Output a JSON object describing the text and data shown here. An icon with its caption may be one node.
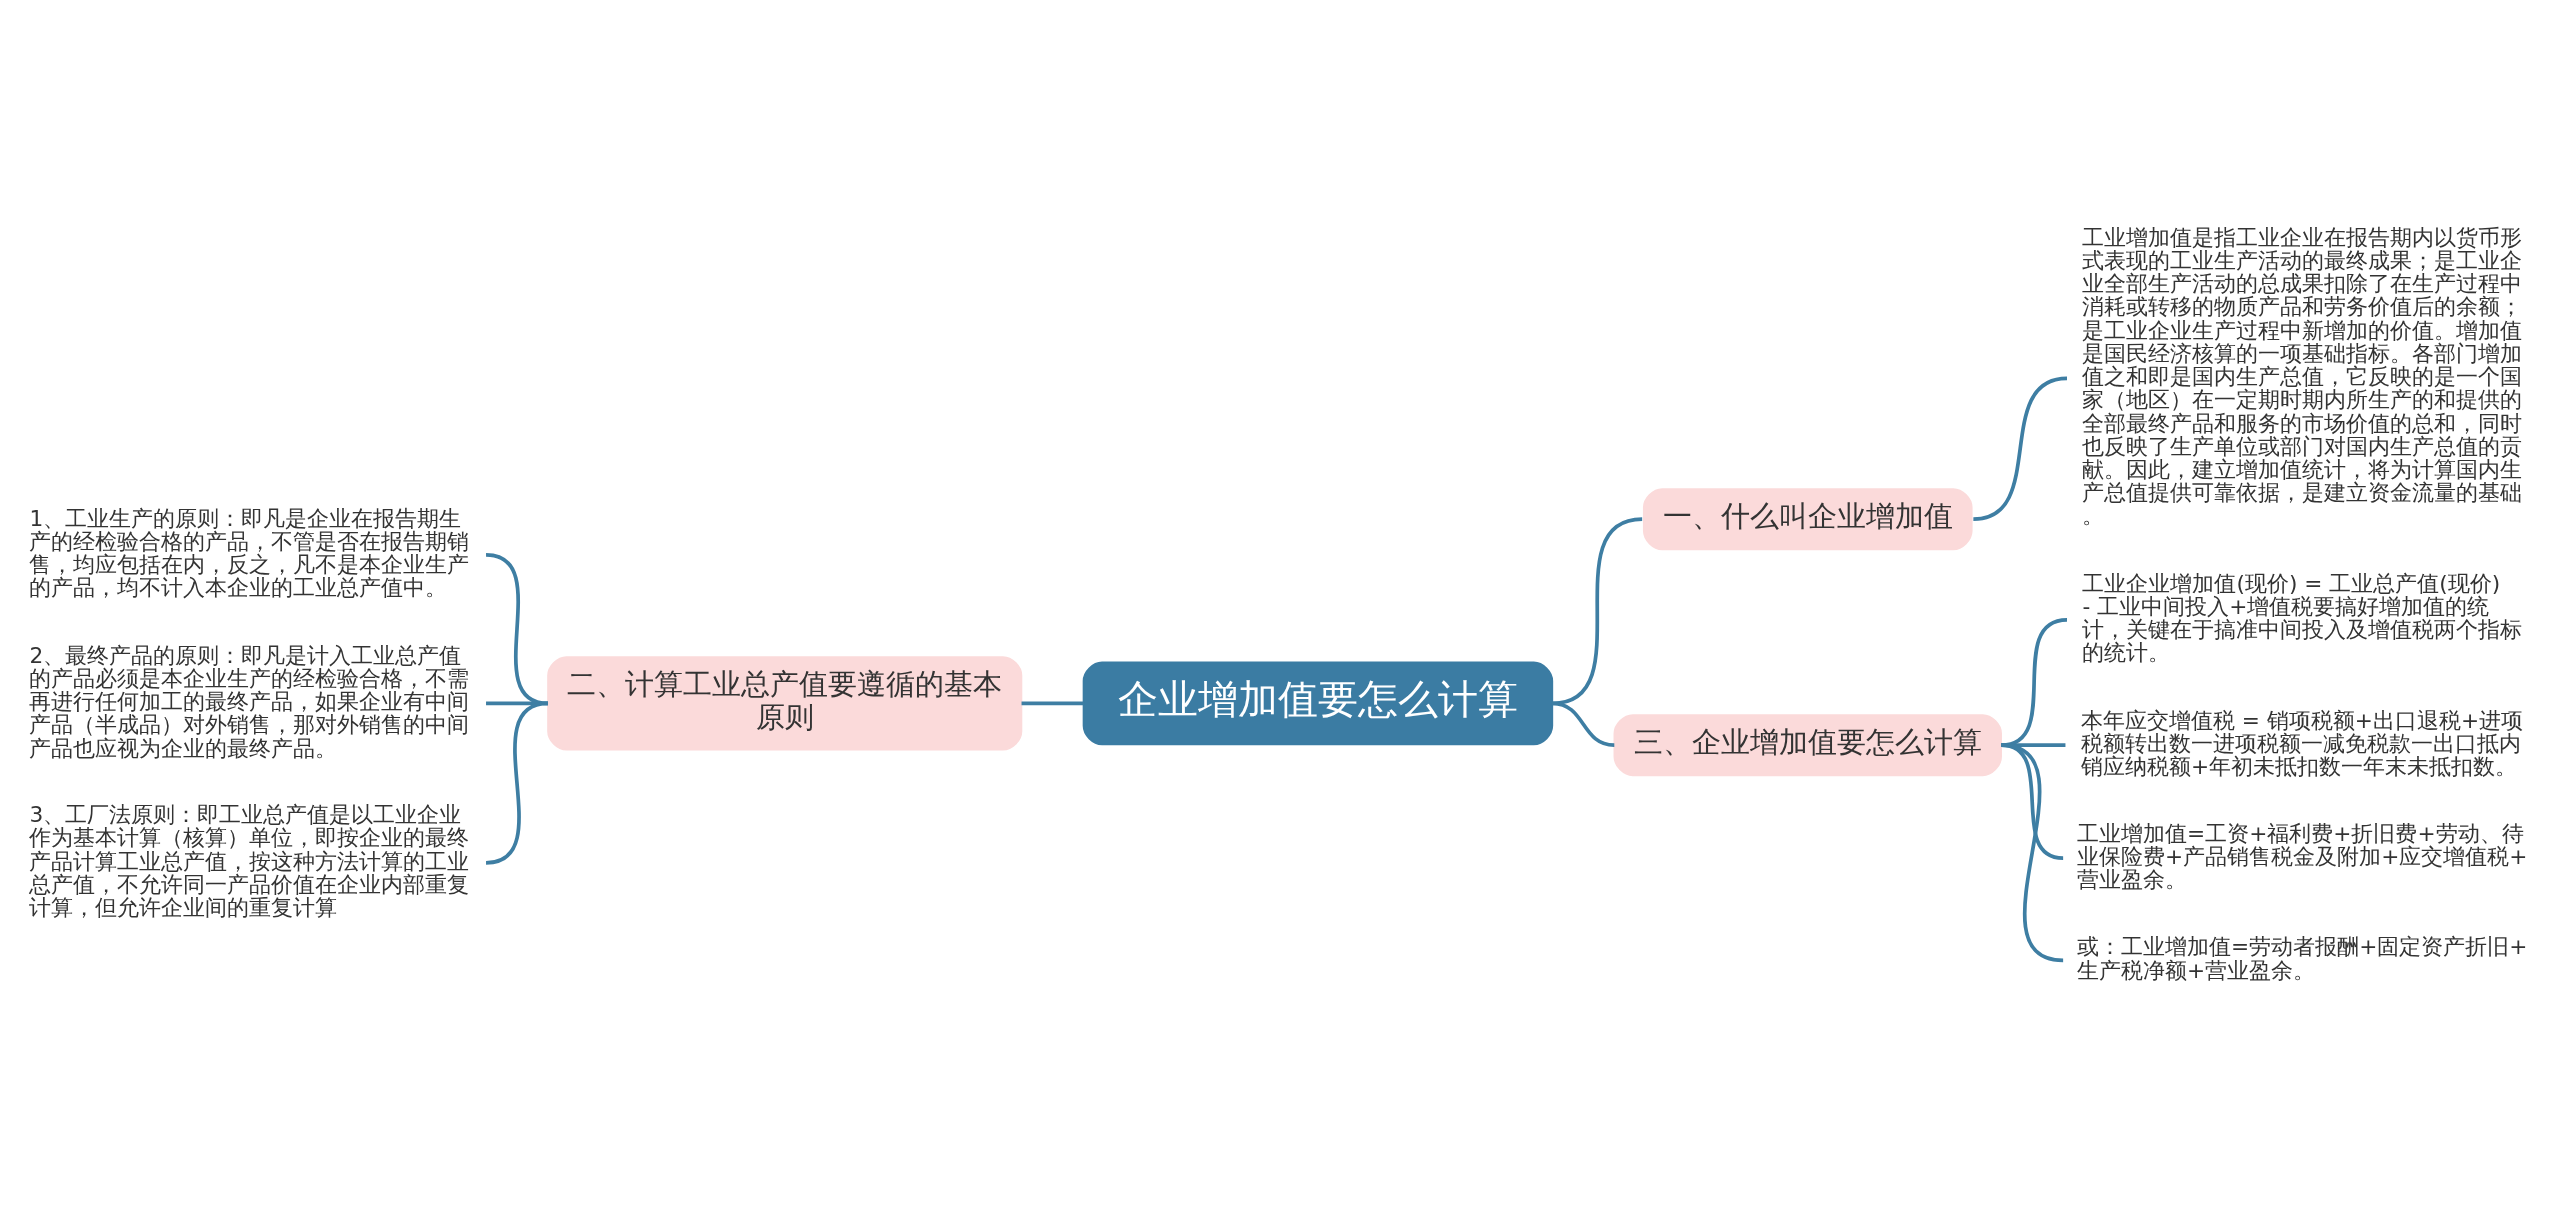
{
  "diagram": {
    "nodes": [
      {
        "text": [
          "企业增加值要怎么计算"
        ]
      },
      {
        "text": [
          "一、什么叫企业增加值"
        ]
      },
      {
        "text": [
          "工业增加值是指工业企业在报告期内以货币形式表现的工业生产活动的最终成果；是工业企业全部生产活动的总成果扣除了在生产过程中消耗或转移的物质产品和劳务价值后的余额；是工业企业生产过程中新增加的价值。增加值是国民经济核算的一项基础指标。各部门增加值之和即是国内生产总值，它反映的是一个国家（地区）在一定期时期内所生产的和提供的全部最终产品和服务的市场价值的总和，同时也反映了生产单位或部门对国内生产总值的贡献。因此，建立增加值统计，将为计算国内生产总值提供可靠依据，是建立资金流量的基础。"
        ]
      },
      {
        "text": [
          "二、计算工业总产值要遵循的基本原则"
        ]
      },
      {
        "text": [
          "1、工业生产的原则：即凡是企业在报告期生产的经检验合格的产品，不管是否在报告期销售，均应包括在内，反之，凡不是本企业生产的产品，均不计入本企业的工业总产值中。"
        ]
      },
      {
        "text": [
          "2、最终产品的原则：即凡是计入工业总产值的产品必须是本企业生产的经检验合格，不需再进行任何加工的最终产品，如果企业有中间产品（半成品）对外销售，那对外销售的中间产品也应视为企业的最终产品。"
        ]
      },
      {
        "text": [
          "3、工厂法原则：即工业总产值是以工业企业作为基本计算（核算）单位，即按企业的最终产品计算工业总产值，按这种方法计算的工业总产值，不允许同一产品价值在企业内部重复计算，但允许企业间的重复计算"
        ]
      },
      {
        "text": [
          "三、企业增加值要怎么计算"
        ]
      },
      {
        "text": [
          "工业企业增加值(现价) = 工业总产值(现价) - 工业中间投入+增值税要搞好增加值的统计，关键在于搞准中间投入及增值税两个指标的统计。"
        ]
      },
      {
        "text": [
          "本年应交增值税 = 销项税额+出口退税+进项税额转出数一进项税额一减免税款一出口抵内销应纳税额+年初未抵扣数一年末未抵扣数。"
        ]
      },
      {
        "text": [
          "工业增加值=工资+福利费+折旧费+劳动、待业保险费+产品销售税金及附加+应交增值税+营业盈余。"
        ]
      },
      {
        "text": [
          "或：工业增加值=劳动者报酬+固定资产折旧+生产税净额+营业盈余。"
        ]
      }
    ],
    "edges": [
      {
        "from": 0,
        "to": 1,
        "arrow": "none"
      },
      {
        "from": 1,
        "to": 2,
        "arrow": "none"
      },
      {
        "from": 0,
        "to": 3,
        "arrow": "none"
      },
      {
        "from": 3,
        "to": 4,
        "arrow": "none"
      },
      {
        "from": 3,
        "to": 5,
        "arrow": "none"
      },
      {
        "from": 3,
        "to": 6,
        "arrow": "none"
      },
      {
        "from": 0,
        "to": 7,
        "arrow": "none"
      },
      {
        "from": 7,
        "to": 8,
        "arrow": "none"
      },
      {
        "from": 7,
        "to": 9,
        "arrow": "none"
      },
      {
        "from": 7,
        "to": 10,
        "arrow": "none"
      },
      {
        "from": 7,
        "to": 11,
        "arrow": "none"
      }
    ]
  }
}
